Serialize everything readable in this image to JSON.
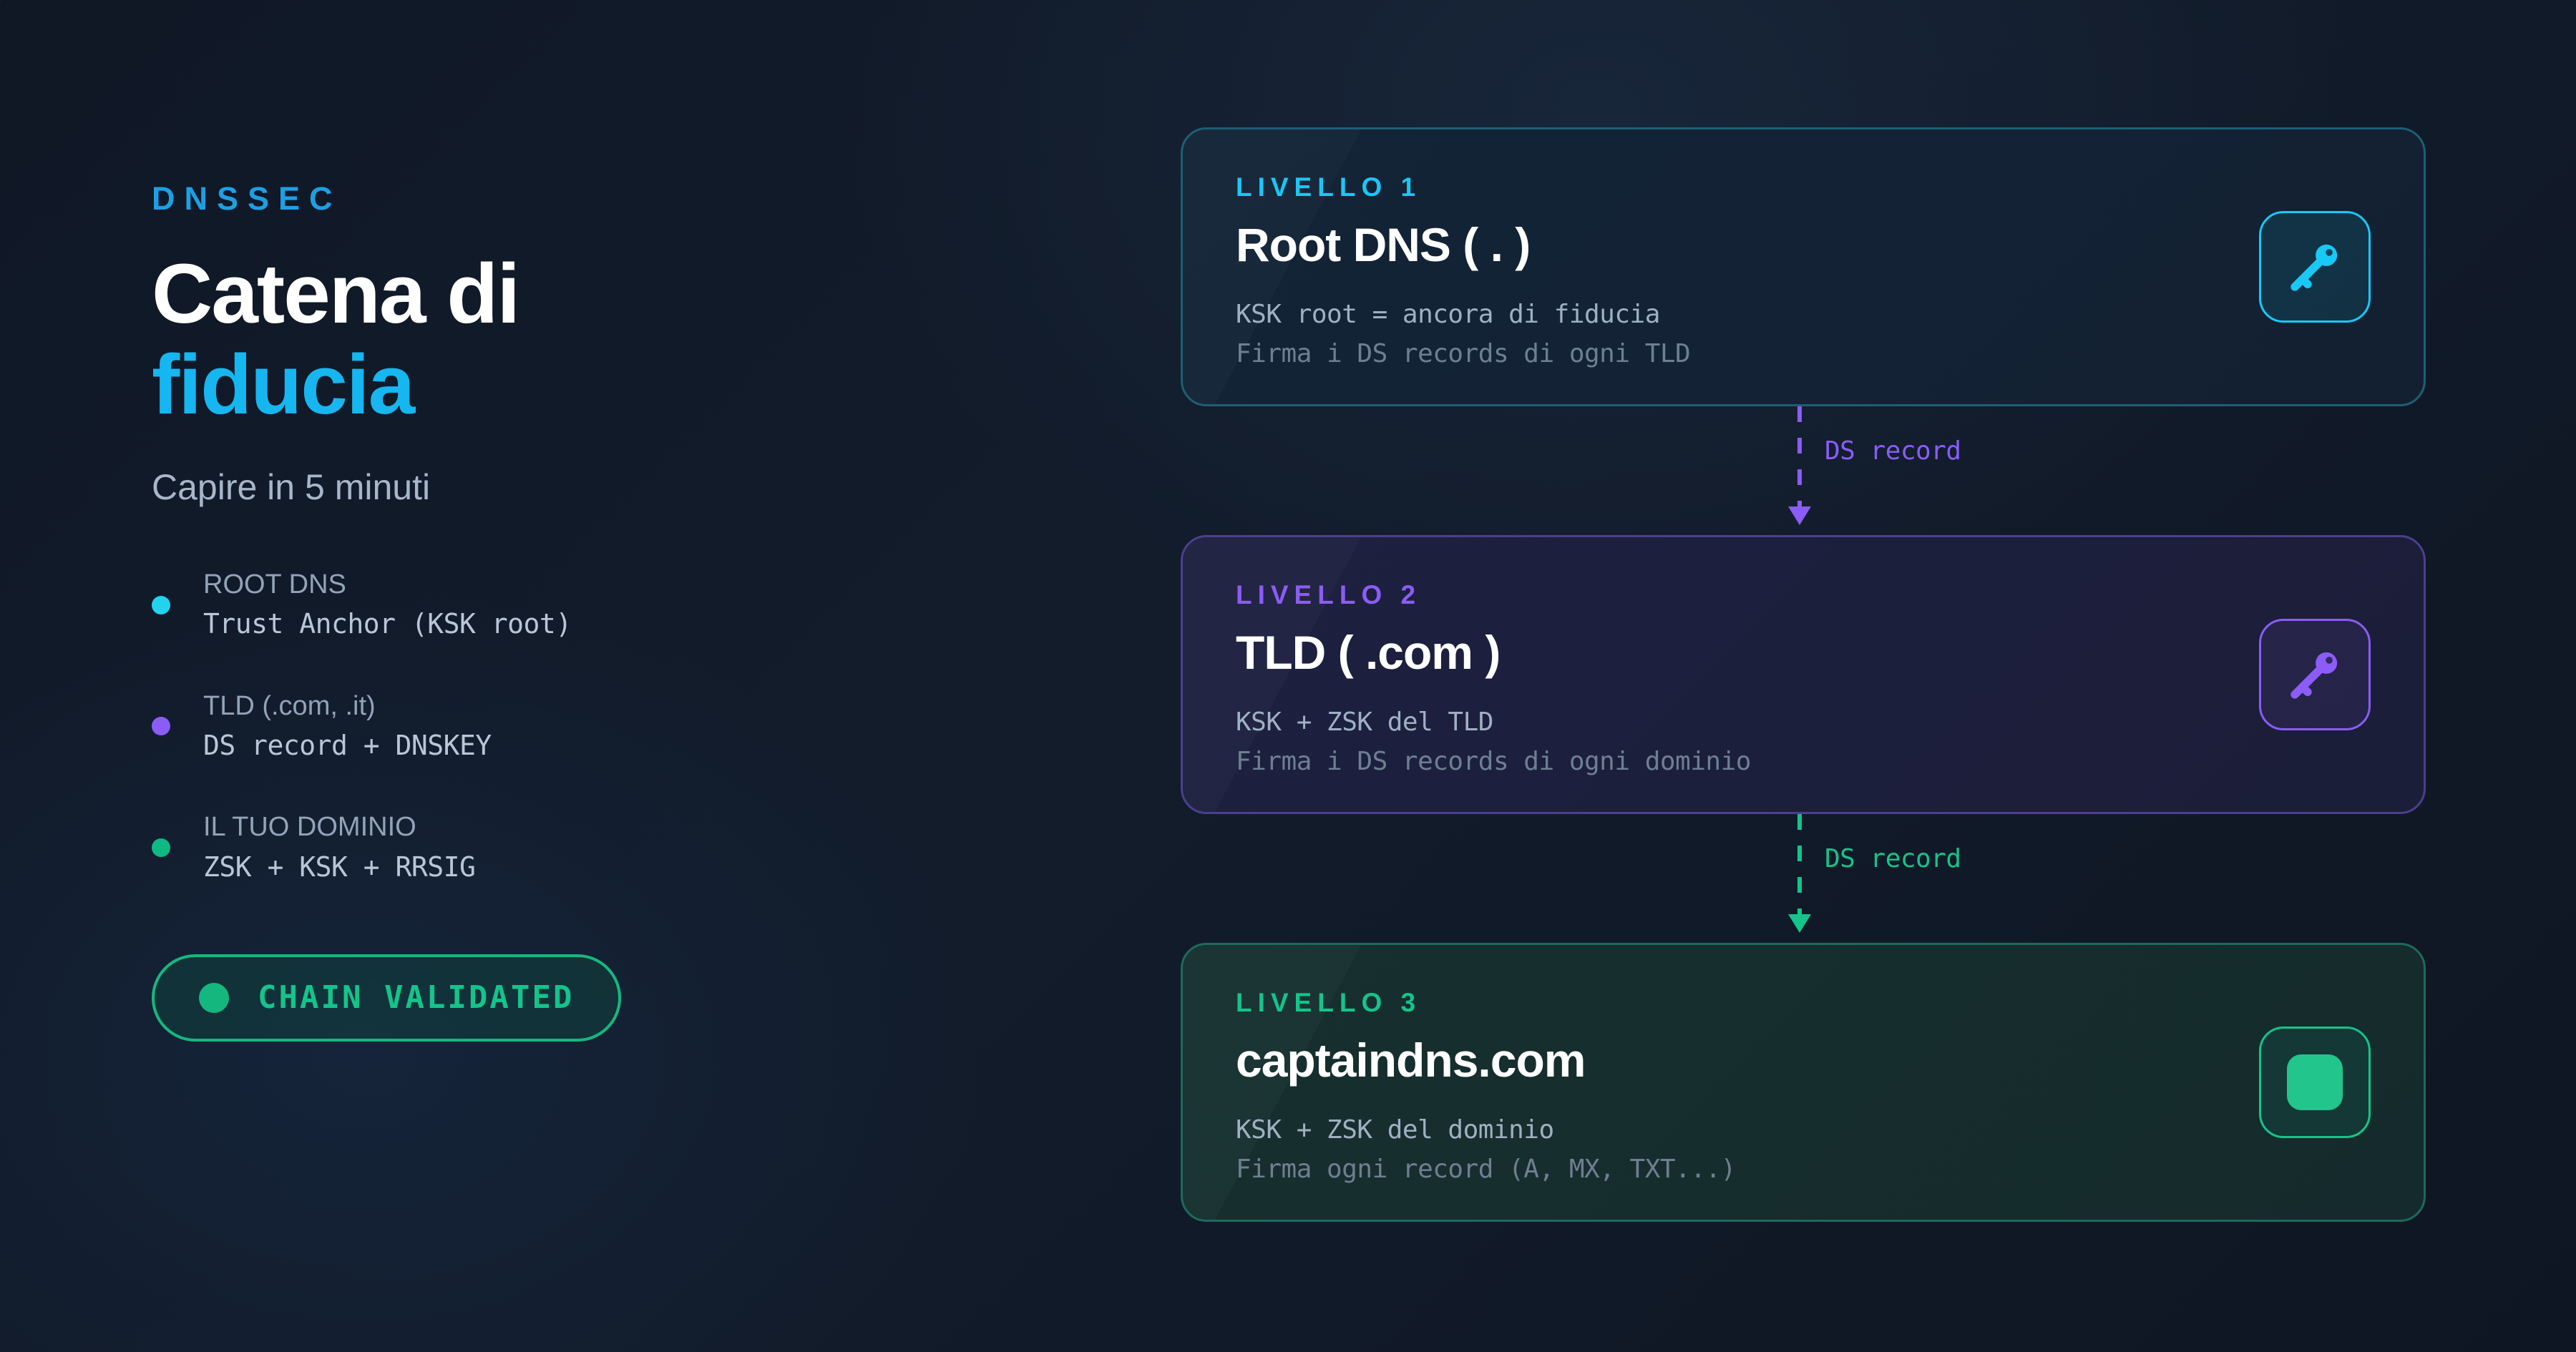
{
  "hero": {
    "eyebrow": "DNSSEC",
    "headline_line1": "Catena di",
    "headline_line2": "fiducia",
    "subtitle": "Capire in 5 minuti"
  },
  "legend": {
    "items": [
      {
        "title": "ROOT DNS",
        "subtitle": "Trust Anchor (KSK root)",
        "dot_color": "#22d3ee"
      },
      {
        "title": "TLD (.com, .it)",
        "subtitle": "DS record + DNSKEY",
        "dot_color": "#8b5cf6"
      },
      {
        "title": "IL TUO DOMINIO",
        "subtitle": "ZSK + KSK + RRSIG",
        "dot_color": "#10b981"
      }
    ]
  },
  "badge": {
    "label": "CHAIN VALIDATED",
    "color": "#14c48a"
  },
  "cards": [
    {
      "level": "LIVELLO 1",
      "title": "Root DNS ( . )",
      "line1": "KSK root = ancora di fiducia",
      "line2": "Firma i DS records di ogni TLD",
      "icon": "key-icon",
      "accent": "#19c8f5"
    },
    {
      "level": "LIVELLO 2",
      "title": "TLD ( .com )",
      "line1": "KSK + ZSK del TLD",
      "line2": "Firma i DS records di ogni dominio",
      "icon": "key-icon",
      "accent": "#8b5cf6"
    },
    {
      "level": "LIVELLO 3",
      "title": "captaindns.com",
      "line1": "KSK + ZSK del dominio",
      "line2": "Firma ogni record (A, MX, TXT...)",
      "icon": "rounded-square-icon",
      "accent": "#14c48a"
    }
  ],
  "connectors": [
    {
      "label": "DS record",
      "color": "#8b5cf6"
    },
    {
      "label": "DS record",
      "color": "#14c48a"
    }
  ]
}
